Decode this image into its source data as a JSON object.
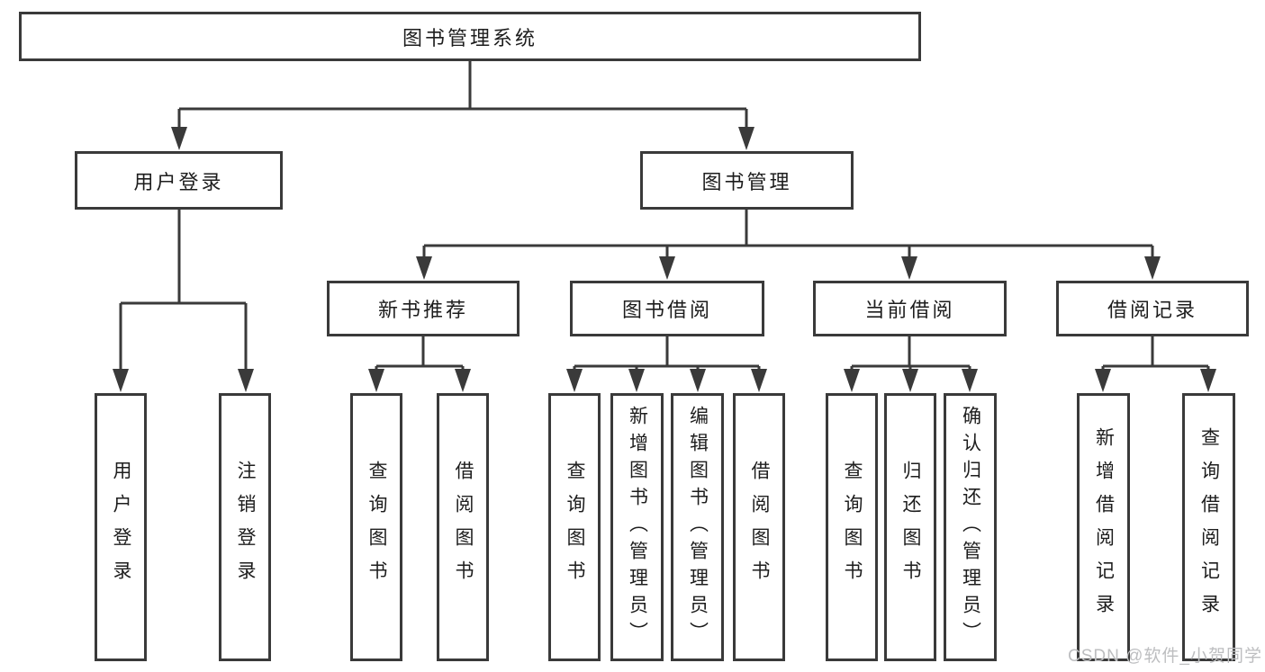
{
  "tree": {
    "root": "图书管理系统",
    "level2": [
      "用户登录",
      "图书管理"
    ],
    "level3": [
      "新书推荐",
      "图书借阅",
      "当前借阅",
      "借阅记录"
    ],
    "leaves": {
      "user_login": [
        "用户登录",
        "注销登录"
      ],
      "new_books": [
        "查询图书",
        "借阅图书"
      ],
      "book_borrowing": [
        "查询图书",
        "新增图书（管理员）",
        "编辑图书（管理员）",
        "借阅图书"
      ],
      "current_borrowing": [
        "查询图书",
        "归还图书",
        "确认归还（管理员）"
      ],
      "borrowing_records": [
        "新增借阅记录",
        "查询借阅记录"
      ]
    }
  },
  "watermark": "CSDN @软件_小贺同学",
  "colors": {
    "line": "#3a3a3a",
    "text": "#1d1d1d",
    "watermark": "#bdbec0",
    "background": "#ffffff"
  }
}
